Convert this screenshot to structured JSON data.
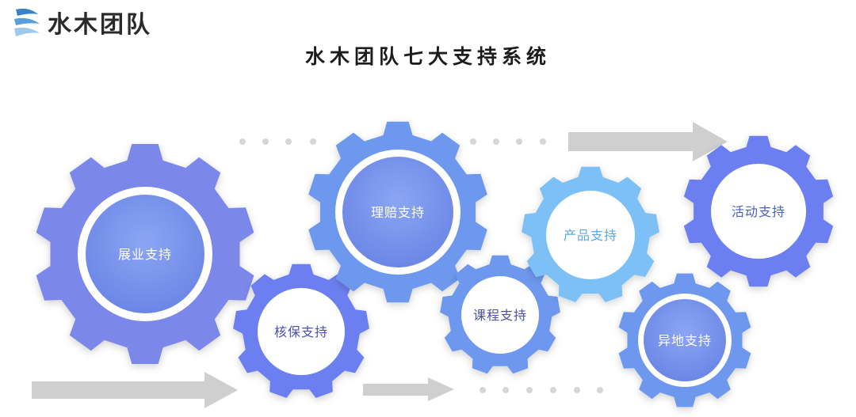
{
  "logo": {
    "text": "水木团队",
    "icon": "water-wave-icon",
    "colors": [
      "#3b82c4",
      "#9ec9ec"
    ]
  },
  "title": "水木团队七大支持系统",
  "colors": {
    "gear_purple": "#7b87ea",
    "gear_blue": "#6e97ee",
    "gear_light": "#7cc0f5",
    "gear_violet": "#6c7ff0",
    "arrow": "#cfcfcf",
    "dot": "#d6d6d6"
  },
  "gears": [
    {
      "id": "zhanye",
      "label": "展业支持",
      "color": "#7b87ea",
      "label_color": "#ffffff",
      "inner": "gradient"
    },
    {
      "id": "hebao",
      "label": "核保支持",
      "color": "#6c7ff0",
      "label_color": "#4a4fb0",
      "inner": "white"
    },
    {
      "id": "lipei",
      "label": "理赔支持",
      "color": "#6e97ee",
      "label_color": "#ffffff",
      "inner": "gradient"
    },
    {
      "id": "kecheng",
      "label": "课程支持",
      "color": "#6e97ee",
      "label_color": "#4a4fb0",
      "inner": "white"
    },
    {
      "id": "chanpin",
      "label": "产品支持",
      "color": "#7cc0f5",
      "label_color": "#5aa8e8",
      "inner": "white"
    },
    {
      "id": "huodong",
      "label": "活动支持",
      "color": "#6c7ff0",
      "label_color": "#4a5fc0",
      "inner": "white"
    },
    {
      "id": "yidi",
      "label": "异地支持",
      "color": "#6e97ee",
      "label_color": "#ffffff",
      "inner": "gradient"
    }
  ]
}
